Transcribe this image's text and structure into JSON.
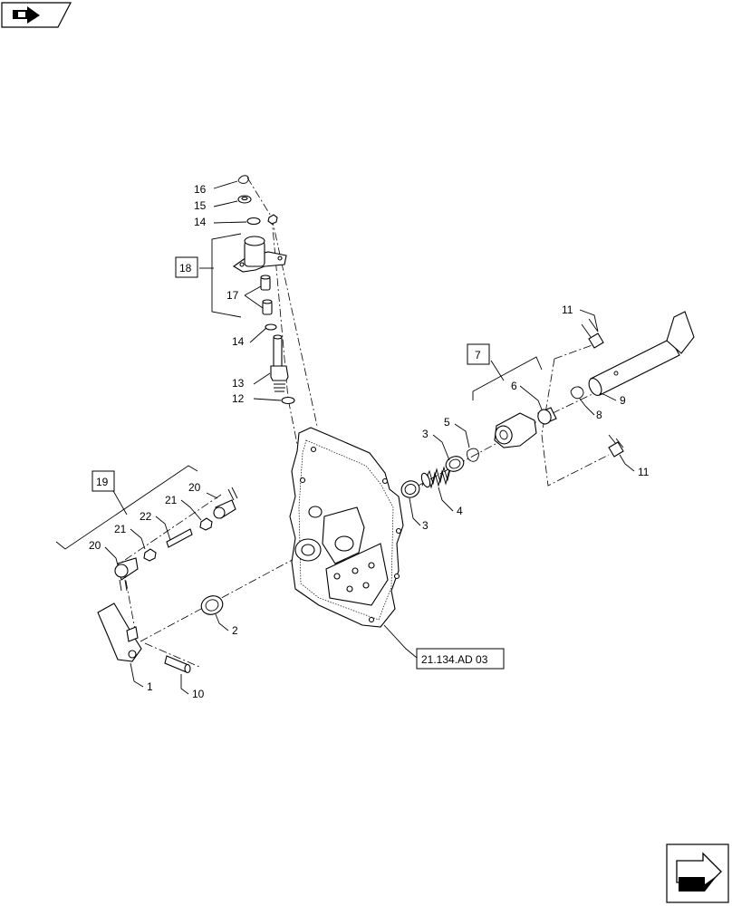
{
  "callouts": {
    "c16": "16",
    "c15": "15",
    "c14a": "14",
    "c14b": "14",
    "c17": "17",
    "c13": "13",
    "c12": "12",
    "c11a": "11",
    "c11b": "11",
    "c3a": "3",
    "c3b": "3",
    "c5": "5",
    "c6": "6",
    "c4": "4",
    "c9": "9",
    "c8": "8",
    "c20a": "20",
    "c20b": "20",
    "c21a": "21",
    "c21b": "21",
    "c22": "22",
    "c2": "2",
    "c1": "1",
    "c10": "10"
  },
  "boxed": {
    "b18": "18",
    "b19": "19",
    "b7": "7"
  },
  "reference": {
    "label": "21.134.AD 03"
  },
  "icons": {
    "top_left": "book-arrow-icon",
    "bottom_right": "next-page-arrow-icon"
  }
}
